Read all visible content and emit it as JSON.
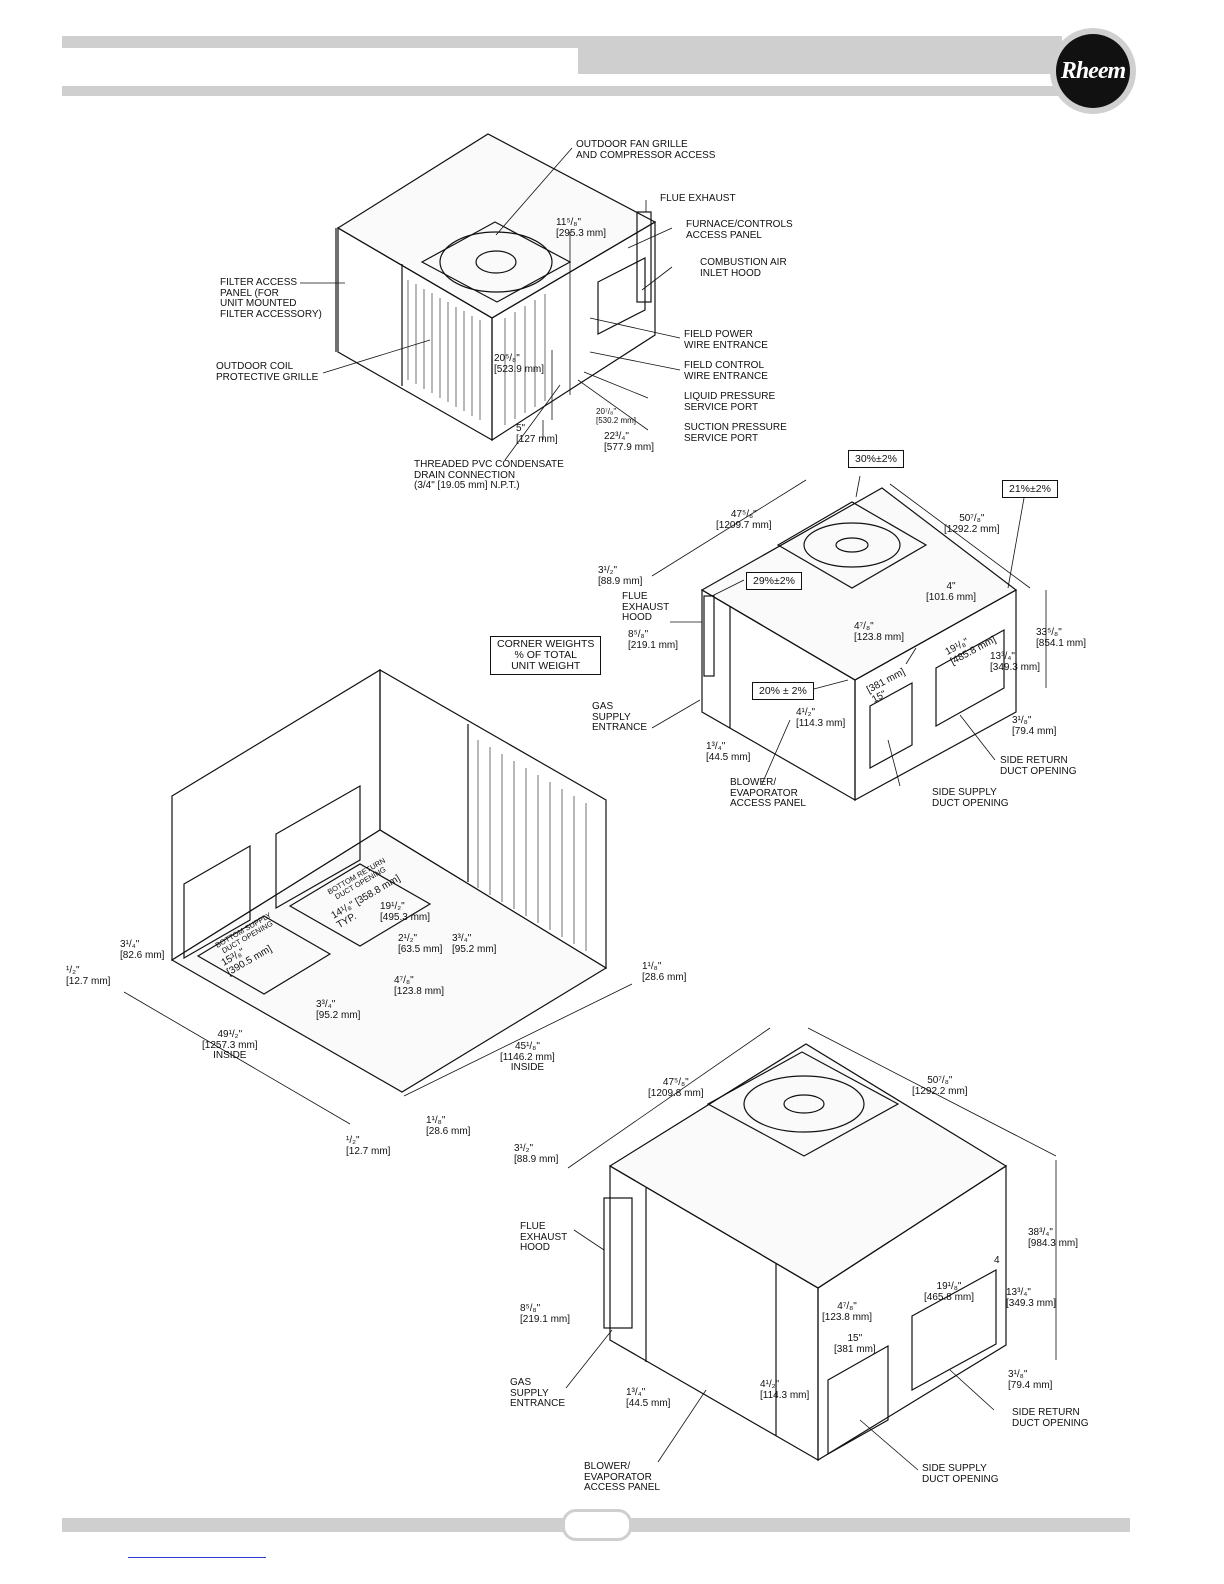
{
  "brand": {
    "logo_text": "Rheem"
  },
  "fig1": {
    "labels": [
      {
        "id": "outdoor-fan-grille",
        "text": "OUTDOOR FAN GRILLE\nAND COMPRESSOR ACCESS"
      },
      {
        "id": "flue-exhaust",
        "text": "FLUE EXHAUST"
      },
      {
        "id": "furnace-access",
        "text": "FURNACE/CONTROLS\nACCESS PANEL"
      },
      {
        "id": "combustion-hood",
        "text": "COMBUSTION AIR\nINLET HOOD"
      },
      {
        "id": "filter-access",
        "text": "FILTER ACCESS\nPANEL (FOR\nUNIT MOUNTED\nFILTER ACCESSORY)"
      },
      {
        "id": "outdoor-coil",
        "text": "OUTDOOR COIL\nPROTECTIVE GRILLE"
      },
      {
        "id": "field-power",
        "text": "FIELD POWER\nWIRE ENTRANCE"
      },
      {
        "id": "field-control",
        "text": "FIELD CONTROL\nWIRE ENTRANCE"
      },
      {
        "id": "liquid-port",
        "text": "LIQUID PRESSURE\nSERVICE PORT"
      },
      {
        "id": "suction-port",
        "text": "SUCTION PRESSURE\nSERVICE PORT"
      },
      {
        "id": "condensate",
        "text": "THREADED PVC CONDENSATE\nDRAIN CONNECTION\n(3/4\" [19.05 mm] N.P.T.)"
      },
      {
        "id": "dim-11-5-8",
        "text": "11⁵/₈\"\n[295.3 mm]"
      },
      {
        "id": "dim-20-5-8",
        "text": "20⁵/₈\"\n[523.9 mm]"
      },
      {
        "id": "dim-5",
        "text": "5\"\n[127 mm]"
      },
      {
        "id": "dim-20-7-8",
        "text": "20⁷/₈\"\n[530.2 mm]"
      },
      {
        "id": "dim-22-3-4",
        "text": "22³/₄\"\n[577.9 mm]"
      }
    ]
  },
  "fig2": {
    "callouts": [
      {
        "id": "cw-30",
        "text": "30%±2%"
      },
      {
        "id": "cw-21",
        "text": "21%±2%"
      },
      {
        "id": "cw-29",
        "text": "29%±2%"
      },
      {
        "id": "cw-20",
        "text": "20% ± 2%"
      },
      {
        "id": "corner-weights",
        "text": "CORNER WEIGHTS\n% OF TOTAL\nUNIT WEIGHT"
      }
    ],
    "labels": [
      {
        "id": "d-47-5-8",
        "text": "47⁵/₈\"\n[1209.7 mm]"
      },
      {
        "id": "d-50-7-8",
        "text": "50⁷/₈\"\n[1292.2 mm]"
      },
      {
        "id": "d-3-1-2",
        "text": "3¹/₂\"\n[88.9 mm]"
      },
      {
        "id": "flue-hood",
        "text": "FLUE\nEXHAUST\nHOOD"
      },
      {
        "id": "d-8-5-8",
        "text": "8⁵/₈\"\n[219.1 mm]"
      },
      {
        "id": "d-4",
        "text": "4\"\n[101.6 mm]"
      },
      {
        "id": "d-4-7-8",
        "text": "4⁷/₈\"\n[123.8 mm]"
      },
      {
        "id": "d-33-5-8",
        "text": "33⁵/₈\"\n[854.1 mm]"
      },
      {
        "id": "d-19-1-8",
        "text": "19¹/₈\"\n[485.8 mm]"
      },
      {
        "id": "d-13-3-4",
        "text": "13³/₄\"\n[349.3 mm]"
      },
      {
        "id": "d-15",
        "text": "[381 mm]\n15\""
      },
      {
        "id": "gas-supply",
        "text": "GAS\nSUPPLY\nENTRANCE"
      },
      {
        "id": "d-4-1-2",
        "text": "4¹/₂\"\n[114.3 mm]"
      },
      {
        "id": "d-3-1-8",
        "text": "3¹/₈\"\n[79.4 mm]"
      },
      {
        "id": "d-1-3-4",
        "text": "1³/₄\"\n[44.5 mm]"
      },
      {
        "id": "side-return",
        "text": "SIDE RETURN\nDUCT OPENING"
      },
      {
        "id": "blower",
        "text": "BLOWER/\nEVAPORATOR\nACCESS PANEL"
      },
      {
        "id": "side-supply",
        "text": "SIDE SUPPLY\nDUCT OPENING"
      }
    ]
  },
  "fig3": {
    "labels": [
      {
        "id": "bottom-return",
        "text": "BOTTOM RETURN\nDUCT OPENING"
      },
      {
        "id": "bottom-supply",
        "text": "BOTTOM SUPPLY\nDUCT OPENING"
      },
      {
        "id": "b-14-1-8",
        "text": "14¹/₈\" [358.8 mm]\nTYP."
      },
      {
        "id": "b-19-1-2",
        "text": "19¹/₂\"\n[495.3 mm]"
      },
      {
        "id": "b-15-3-8",
        "text": "15³/₈\"\n[390.5 mm]"
      },
      {
        "id": "b-2-1-2",
        "text": "2¹/₂\"\n[63.5 mm]"
      },
      {
        "id": "b-3-3-4a",
        "text": "3³/₄\"\n[95.2 mm]"
      },
      {
        "id": "b-3-1-4",
        "text": "3¹/₄\"\n[82.6 mm]"
      },
      {
        "id": "b-1-2a",
        "text": "¹/₂\"\n[12.7 mm]"
      },
      {
        "id": "b-4-7-8",
        "text": "4⁷/₈\"\n[123.8 mm]"
      },
      {
        "id": "b-3-3-4b",
        "text": "3³/₄\"\n[95.2 mm]"
      },
      {
        "id": "b-1-1-8a",
        "text": "1¹/₈\"\n[28.6 mm]"
      },
      {
        "id": "b-49-1-2",
        "text": "49¹/₂\"\n[1257.3 mm]\nINSIDE"
      },
      {
        "id": "b-45-1-8",
        "text": "45¹/₈\"\n[1146.2 mm]\nINSIDE"
      },
      {
        "id": "b-1-1-8b",
        "text": "1¹/₈\"\n[28.6 mm]"
      },
      {
        "id": "b-1-2b",
        "text": "¹/₂\"\n[12.7 mm]"
      }
    ]
  },
  "fig4": {
    "labels": [
      {
        "id": "e-47-5-8",
        "text": "47⁵/₈\"\n[1209.8 mm]"
      },
      {
        "id": "e-50-7-8",
        "text": "50⁷/₈\"\n[1292.2 mm]"
      },
      {
        "id": "e-3-1-2",
        "text": "3¹/₂\"\n[88.9 mm]"
      },
      {
        "id": "e-flue",
        "text": "FLUE\nEXHAUST\nHOOD"
      },
      {
        "id": "e-38-3-4",
        "text": "38³/₄\"\n[984.3 mm]"
      },
      {
        "id": "e-4",
        "text": "4"
      },
      {
        "id": "e-19-1-8",
        "text": "19¹/₈\"\n[465.8 mm]"
      },
      {
        "id": "e-13-3-4",
        "text": "13³/₄\"\n[349.3 mm]"
      },
      {
        "id": "e-4-7-8",
        "text": "4⁷/₈\"\n[123.8 mm]"
      },
      {
        "id": "e-8-5-8",
        "text": "8⁵/₈\"\n[219.1 mm]"
      },
      {
        "id": "e-15",
        "text": "15\"\n[381 mm]"
      },
      {
        "id": "e-4-1-2",
        "text": "4¹/₂\"\n[114.3 mm]"
      },
      {
        "id": "e-3-1-8",
        "text": "3¹/₈\"\n[79.4 mm]"
      },
      {
        "id": "e-gas",
        "text": "GAS\nSUPPLY\nENTRANCE"
      },
      {
        "id": "e-1-3-4",
        "text": "1³/₄\"\n[44.5 mm]"
      },
      {
        "id": "e-side-return",
        "text": "SIDE RETURN\nDUCT OPENING"
      },
      {
        "id": "e-blower",
        "text": "BLOWER/\nEVAPORATOR\nACCESS PANEL"
      },
      {
        "id": "e-side-supply",
        "text": "SIDE SUPPLY\nDUCT OPENING"
      }
    ]
  }
}
